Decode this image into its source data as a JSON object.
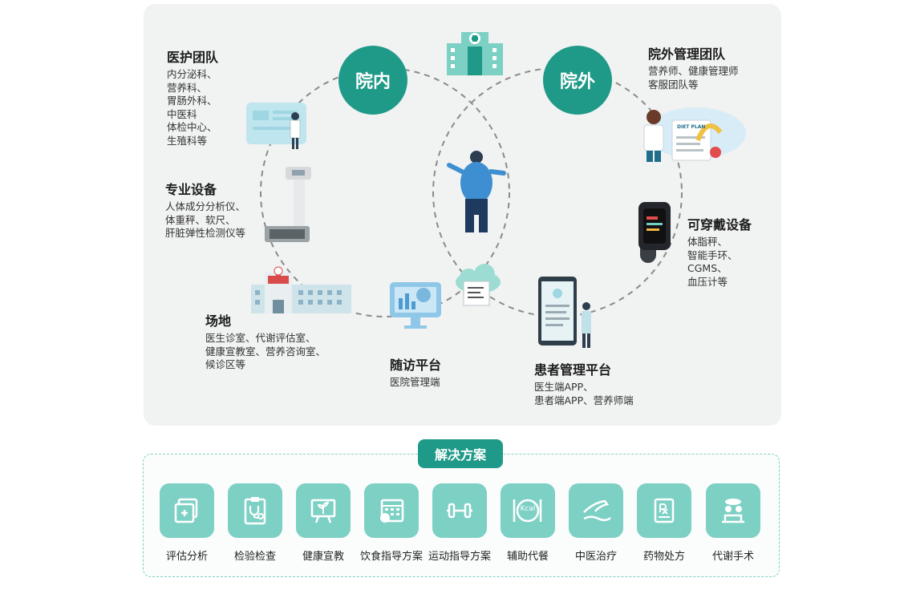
{
  "inner_circle_label": "院内",
  "outer_circle_label": "院外",
  "medical_team": {
    "title": "医护团队",
    "lines": [
      "内分泌科、",
      "营养科、",
      "胃肠外科、",
      "中医科",
      "体检中心、",
      "生殖科等"
    ]
  },
  "equipment": {
    "title": "专业设备",
    "lines": [
      "人体成分分析仪、",
      "体重秤、软尺、",
      "肝脏弹性检测仪等"
    ]
  },
  "venue": {
    "title": "场地",
    "lines": [
      "医生诊室、代谢评估室、",
      "健康宣教室、营养咨询室、",
      "候诊区等"
    ]
  },
  "followup_platform": {
    "title": "随访平台",
    "lines": [
      "医院管理端"
    ]
  },
  "patient_platform": {
    "title": "患者管理平台",
    "lines": [
      "医生端APP、",
      "患者端APP、营养师端"
    ]
  },
  "outside_team": {
    "title": "院外管理团队",
    "lines": [
      "营养师、健康管理师",
      "客服团队等"
    ]
  },
  "wearables": {
    "title": "可穿戴设备",
    "lines": [
      "体脂秤、",
      "智能手环、",
      "CGMS、",
      "血压计等"
    ]
  },
  "diet_plan_text": "DIET PLAN",
  "kcal_text": "Kcal",
  "solution_title": "解决方案",
  "solutions": [
    {
      "label": "评估分析",
      "icon": "assessment-icon"
    },
    {
      "label": "检验检查",
      "icon": "stethoscope-clipboard-icon"
    },
    {
      "label": "健康宣教",
      "icon": "education-board-icon"
    },
    {
      "label": "饮食指导方案",
      "icon": "diet-calendar-icon"
    },
    {
      "label": "运动指导方案",
      "icon": "dumbbell-icon"
    },
    {
      "label": "辅助代餐",
      "icon": "meal-plate-icon"
    },
    {
      "label": "中医治疗",
      "icon": "tcm-hand-icon"
    },
    {
      "label": "药物处方",
      "icon": "prescription-icon"
    },
    {
      "label": "代谢手术",
      "icon": "surgery-icon"
    }
  ],
  "colors": {
    "primary_teal": "#1f9a88",
    "light_teal": "#7dd0c4",
    "panel_bg": "#f1f2f2",
    "dashed_line": "#8a8a8a"
  }
}
